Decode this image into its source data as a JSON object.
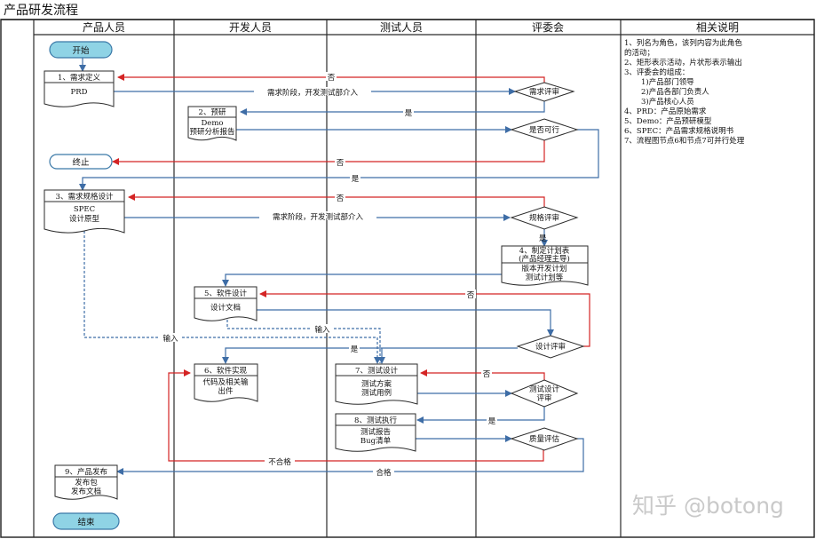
{
  "title": "产品研发流程",
  "lanes": {
    "product": "产品人员",
    "dev": "开发人员",
    "test": "测试人员",
    "review": "评委会",
    "notes": "相关说明"
  },
  "notes": [
    "1、列名为角色，该列内容为此角色",
    "的活动；",
    "2、矩形表示活动，片状形表示输出",
    "3、评委会的组成：",
    "1)产品部门领导",
    "2)产品各部门负责人",
    "3)产品核心人员",
    "4、PRD：产品原始需求",
    "5、Demo：产品预研模型",
    "6、SPEC：产品需求规格说明书",
    "7、流程图节点6和节点7可并行处理"
  ],
  "terminals": {
    "start": "开始",
    "stop": "终止",
    "end": "结束"
  },
  "nodes": {
    "n1": {
      "title": "1、需求定义",
      "output": "PRD"
    },
    "n2": {
      "title": "2、预研",
      "output": [
        "Demo",
        "预研分析报告"
      ]
    },
    "n3": {
      "title": "3、需求规格设计",
      "output": [
        "SPEC",
        "设计原型"
      ]
    },
    "n4": {
      "title": [
        "4、制定计划表",
        "(产品经理主导)"
      ],
      "output": [
        "版本开发计划",
        "测试计划等"
      ]
    },
    "n5": {
      "title": "5、软件设计",
      "output": "设计文档"
    },
    "n6": {
      "title": "6、软件实现",
      "output": [
        "代码及相关输",
        "出件"
      ]
    },
    "n7": {
      "title": "7、测试设计",
      "output": [
        "测试方案",
        "测试用例"
      ]
    },
    "n8": {
      "title": "8、测试执行",
      "output": [
        "测试报告",
        "Bug清单"
      ]
    },
    "n9": {
      "title": "9、产品发布",
      "output": [
        "发布包",
        "发布文档"
      ]
    }
  },
  "decisions": {
    "d1": "需求评审",
    "d2": "是否可行",
    "d3": "规格评审",
    "d4": "设计评审",
    "d5": [
      "测试设计",
      "评审"
    ],
    "d6": "质量评估"
  },
  "labels": {
    "no": "否",
    "yes": "是",
    "demand_stage": "需求阶段，开发测试部介入",
    "input": "输入",
    "fail": "不合格",
    "pass": "合格"
  },
  "watermark": "知乎 @botong",
  "colors": {
    "frame": "#2b2b2b",
    "terminal_fill": "#8fd3e5",
    "terminal_stroke": "#3b79a8",
    "red_line": "#d42424",
    "blue_line": "#3e6da6"
  }
}
